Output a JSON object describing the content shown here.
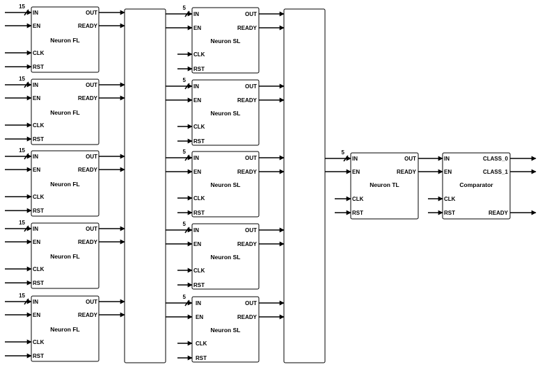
{
  "diagram": {
    "first_layer": {
      "title": "Neuron FL",
      "bus_width": "15",
      "inputs": [
        "IN",
        "EN",
        "CLK",
        "RST"
      ],
      "outputs": [
        "OUT",
        "READY"
      ],
      "count": 5
    },
    "second_layer": {
      "title": "Neuron SL",
      "bus_width": "5",
      "inputs": [
        "IN",
        "EN",
        "CLK",
        "RST"
      ],
      "outputs": [
        "OUT",
        "READY"
      ],
      "count": 5
    },
    "third_layer": {
      "title": "Neuron TL",
      "bus_width": "5",
      "inputs": [
        "IN",
        "EN",
        "CLK",
        "RST"
      ],
      "outputs": [
        "OUT",
        "READY"
      ]
    },
    "comparator": {
      "title": "Comparator",
      "inputs": [
        "IN",
        "EN",
        "CLK",
        "RST"
      ],
      "outputs": [
        "CLASS_0",
        "CLASS_1",
        "READY"
      ]
    }
  }
}
